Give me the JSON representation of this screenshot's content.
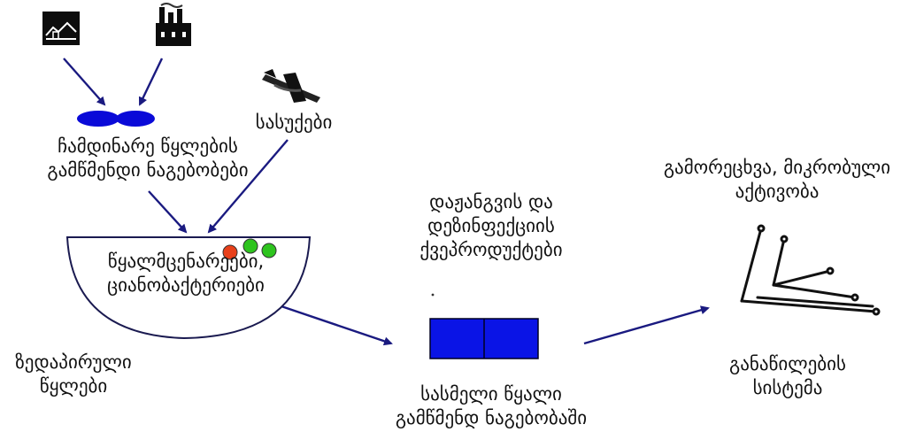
{
  "labels": {
    "wastewater_plant": [
      "ჩამდინარე წყლების",
      "გამწმენდი ნაგებობები"
    ],
    "fertilizers": [
      "სასუქები"
    ],
    "algae": [
      "წყალმცენარეები,",
      "ციანობაქტერიები"
    ],
    "surface_water": [
      "ზედაპირული",
      "წყლები"
    ],
    "disinfection_byproducts": [
      "დაჟანგვის და",
      "დეზინფექციის",
      "ქვეპროდუქტები"
    ],
    "drinking_water_plant": [
      "სასმელი წყალი",
      "გამწმენდ ნაგებობაში"
    ],
    "corrosion": [
      "გამორეცხვა, მიკრობული",
      "აქტივობა"
    ],
    "distribution": [
      "განაწილების",
      "სისტემა"
    ]
  },
  "icons": [
    "farm-icon",
    "factory-icon",
    "airplane-icon",
    "pipe-network-icon"
  ],
  "colors": {
    "arrow": "#1a1a80",
    "reservoir_fill": "#0a0ad8",
    "treatment_fill": "#0a14e6",
    "algae_red": "#e8401a",
    "algae_green": "#2ec41e",
    "outline": "#1a1a50"
  }
}
